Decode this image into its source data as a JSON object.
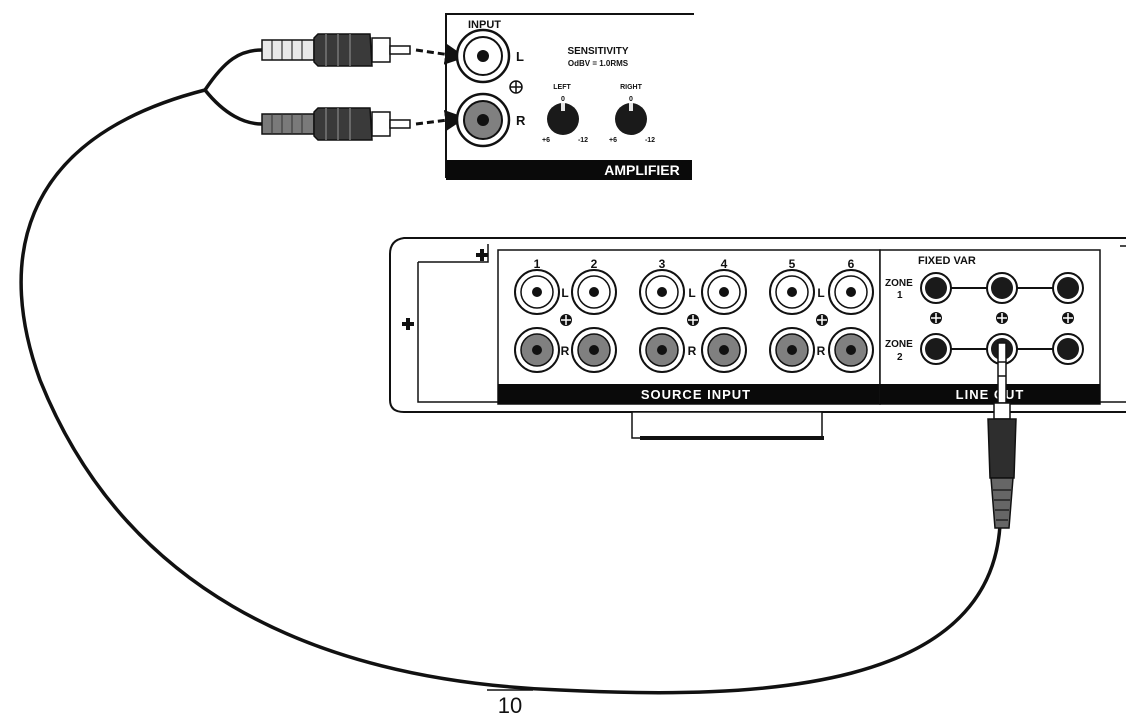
{
  "amplifier": {
    "input_label": "INPUT",
    "left_label": "L",
    "right_label": "R",
    "sensitivity_title": "SENSITIVITY",
    "sensitivity_ref": "OdBV = 1.0RMS",
    "knob_left": {
      "label": "LEFT",
      "top": "0",
      "min": "+6",
      "max": "-12"
    },
    "knob_right": {
      "label": "RIGHT",
      "top": "0",
      "min": "+6",
      "max": "-12"
    },
    "bar_label": "AMPLIFIER"
  },
  "unit": {
    "source_numbers": [
      "1",
      "2",
      "3",
      "4",
      "5",
      "6"
    ],
    "pair_left_label": "L",
    "pair_right_label": "R",
    "source_bar_label": "SOURCE INPUT",
    "fixed_var_label": "FIXED VAR",
    "zone1_label": [
      "ZONE",
      "1"
    ],
    "zone2_label": [
      "ZONE",
      "2"
    ],
    "line_out_bar_label": "LINE OUT"
  },
  "page_number": "10"
}
